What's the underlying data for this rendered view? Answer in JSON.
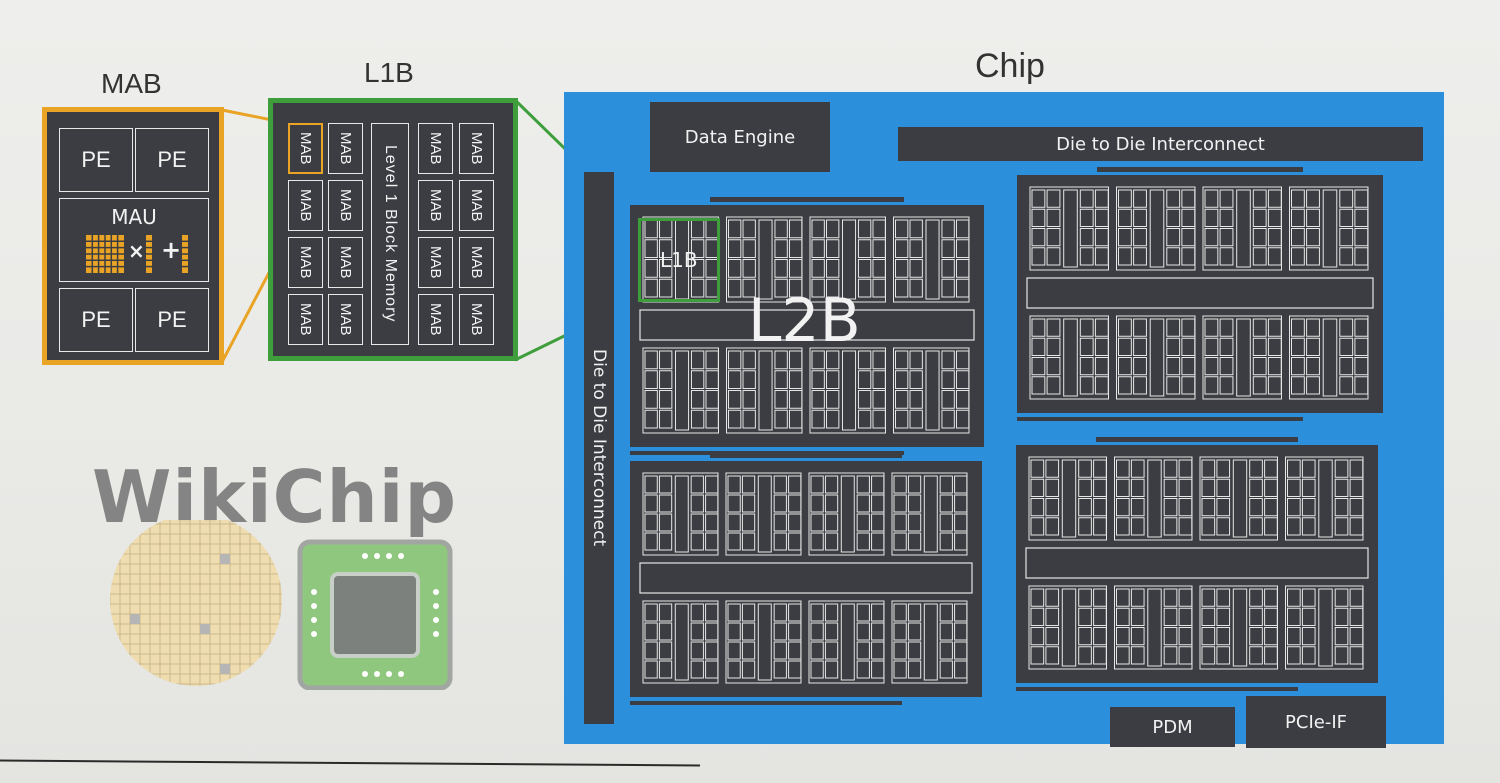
{
  "labels": {
    "mab_title": "MAB",
    "l1b_title": "L1B",
    "chip_title": "Chip"
  },
  "mab": {
    "pe": [
      "PE",
      "PE",
      "PE",
      "PE"
    ],
    "mau": "MAU",
    "times": "×",
    "plus": "+"
  },
  "l1b": {
    "cells": [
      "MAB",
      "MAB",
      "MAB",
      "MAB",
      "MAB",
      "MAB",
      "MAB",
      "MAB",
      "MAB",
      "MAB",
      "MAB",
      "MAB",
      "MAB",
      "MAB",
      "MAB",
      "MAB"
    ],
    "memory": "Level 1 Block Memory"
  },
  "chip": {
    "data_engine": "Data Engine",
    "d2d_top": "Die to Die Interconnect",
    "d2d_left": "Die to Die Interconnect",
    "l1b_tag": "L1B",
    "l2b_tag": "L2B",
    "pdm": "PDM",
    "pcie": "PCIe-IF"
  },
  "watermark": {
    "text": "WikiChip"
  },
  "colors": {
    "mab_border": "#e9a425",
    "l1b_border": "#3f9e3c",
    "chip_blue": "#2c8fdb",
    "dark_fill": "#3b3d42"
  }
}
